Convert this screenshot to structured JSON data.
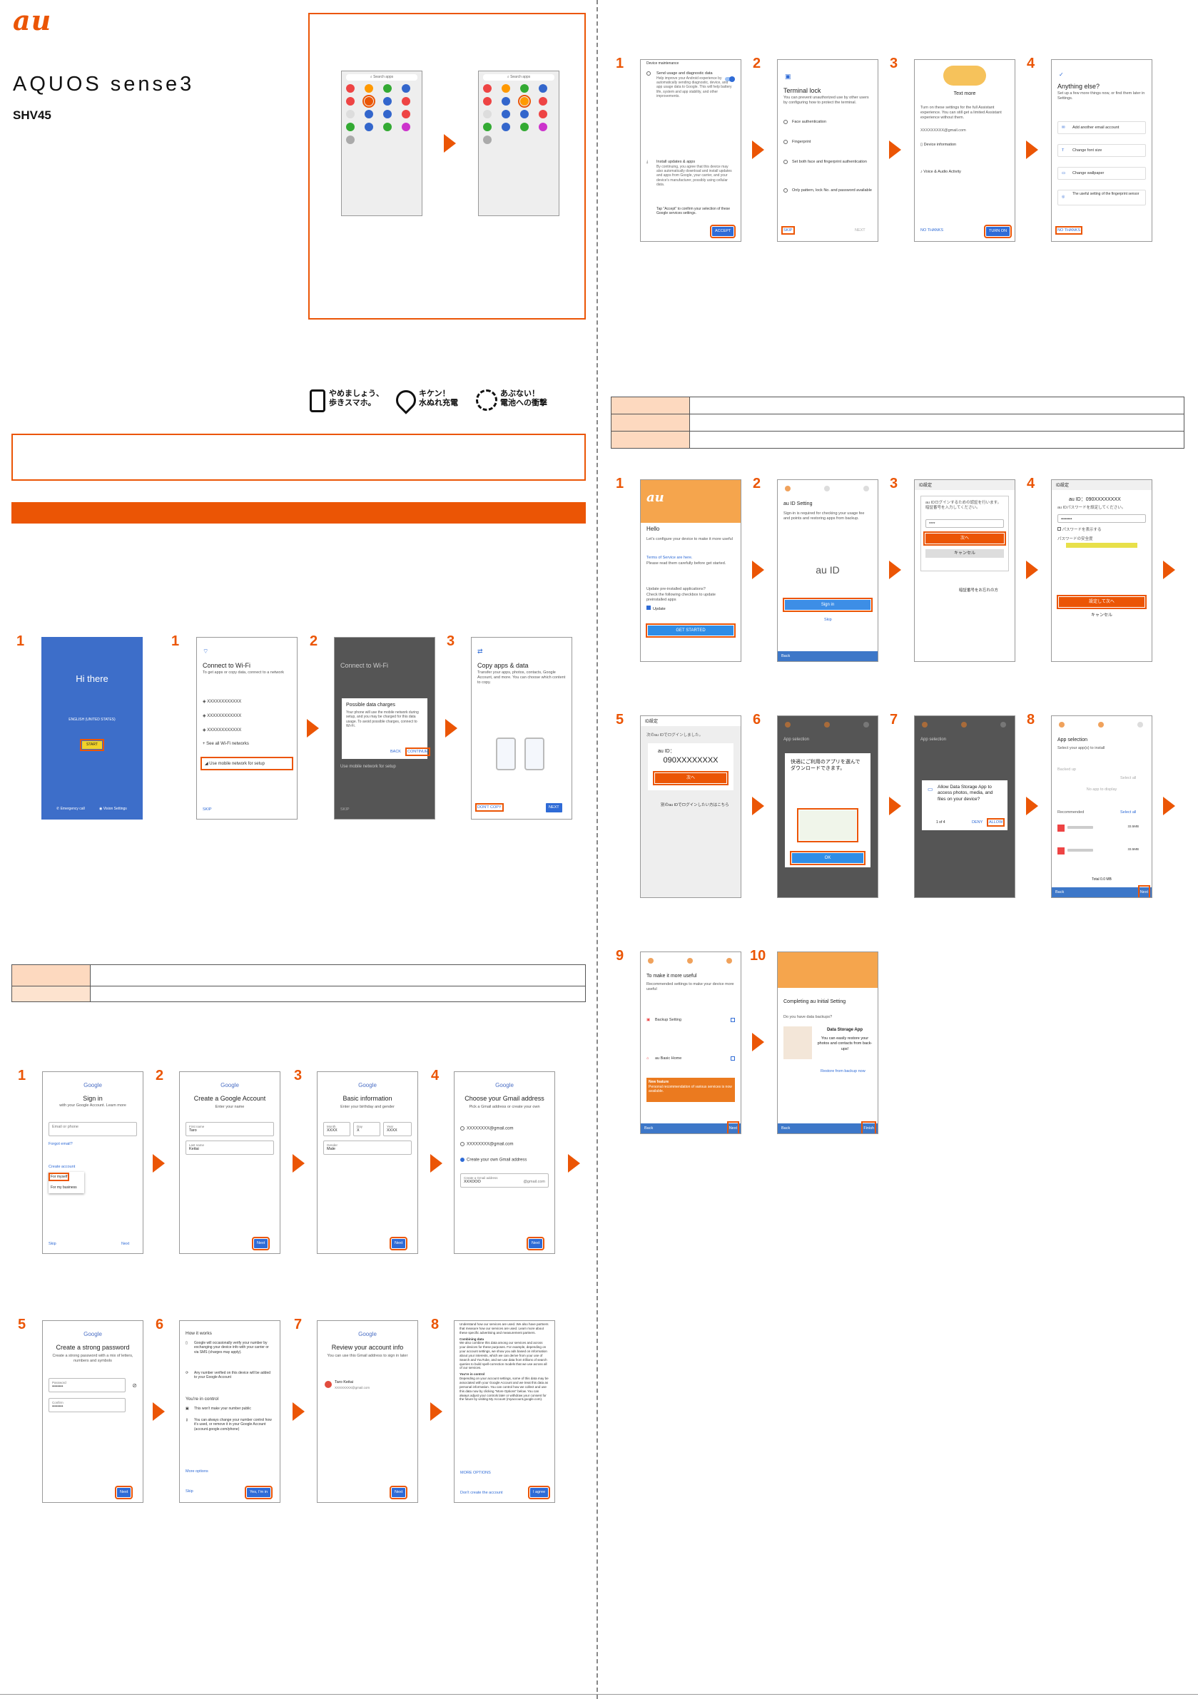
{
  "brand": {
    "logo": "au",
    "model": "AQUOS sense3",
    "code": "SHV45"
  },
  "safety": {
    "items": [
      "やめましょう、\n歩きスマホ。",
      "キケン！\n水ぬれ充電",
      "あぶない！\n電池への衝撃"
    ]
  },
  "app_drawer": {
    "search": "Search apps"
  },
  "top_setup": {
    "hi_there": "Hi there",
    "language": "ENGLISH (UNITED STATES)",
    "start": "START",
    "emergency": "Emergency call",
    "vision": "Vision Settings",
    "wifi_title": "Connect to Wi-Fi",
    "wifi_desc": "To get apps or copy data, connect to a network",
    "ssid": "XXXXXXXXXXXX",
    "see_all": "See all Wi-Fi networks",
    "mobile": "Use mobile network for setup",
    "skip": "SKIP",
    "charges_title": "Possible data charges",
    "charges_text": "Your phone will use the mobile network during setup, and you may be charged for this data usage. To avoid possible charges, connect to Wi-Fi.",
    "back": "BACK",
    "continue": "CONTINUE",
    "copy_title": "Copy apps & data",
    "copy_text": "Transfer your apps, photos, contacts, Google Account, and more. You can choose which content to copy.",
    "dont_copy": "DON'T COPY",
    "next": "NEXT"
  },
  "google": {
    "google": "Google",
    "signin": "Sign in",
    "signin_sub": "with your Google Account. Learn more",
    "email": "Email or phone",
    "forgot": "Forgot email?",
    "create": "Create account",
    "myself": "For myself",
    "business": "For my business",
    "skip": "Skip",
    "next": "Next",
    "create_title": "Create a Google Account",
    "enter_name": "Enter your name",
    "first": "First name",
    "first_val": "Taro",
    "last": "Last name",
    "last_val": "Keitai",
    "basic_title": "Basic information",
    "basic_sub": "Enter your birthday and gender",
    "month": "Month",
    "day": "Day",
    "year": "Year",
    "month_val": "XXXX",
    "day_val": "X",
    "year_val": "XXXX",
    "gender": "Gender",
    "gender_val": "Male",
    "gmail_title": "Choose your Gmail address",
    "gmail_sub": "Pick a Gmail address or create your own",
    "gmail1": "XXXXXXXX@gmail.com",
    "gmail2": "XXXXXXXX@gmail.com",
    "own": "Create your own Gmail address",
    "create_gmail": "Create a Gmail address",
    "xxxooo": "XXXOOO",
    "gmail_suffix": "@gmail.com",
    "pw_title": "Create a strong password",
    "pw_sub": "Create a strong password with a mix of letters, numbers and symbols",
    "password": "Password",
    "confirm": "Confirm",
    "dots": "••••••••",
    "how": "How it works",
    "how1": "Google will occasionally verify your number by exchanging your device info with your carrier or via SMS (charges may apply).",
    "how2": "Any number verified on this device will be added to your Google Account",
    "control": "You're in control",
    "ctrl1": "This won't make your number public",
    "ctrl2": "You can always change your number control how it's used, or remove it in your Google Account (account.google.com/phone)",
    "more": "More options",
    "yes": "Yes, I'm in",
    "review_title": "Review your account info",
    "review_sub": "You can use this Gmail address to sign in later",
    "review_name": "Taro Keitai",
    "review_mail": "XXXXXXXX@gmail.com",
    "terms1": "Understand how our services are used. We also have partners that measure how our services are used. Learn more about these specific advertising and measurement partners.",
    "combining": "Combining data",
    "terms2": "We also combine this data among our services and across your devices for these purposes. For example, depending on your account settings, we show you ads based on information about your interests, which we can derive from your use of Search and YouTube, and we use data from trillions of search queries to build spell-correction models that we use across all of our services.",
    "control2": "You're in control",
    "terms3": "Depending on your account settings, some of this data may be associated with your Google Account and we treat this data as personal information. You can control how we collect and use this data now by clicking \"More Options\" below. You can always adjust your controls later or withdraw your consent for the future by visiting My Account (myaccount.google.com).",
    "more_options": "MORE OPTIONS",
    "dont_create": "Don't create the account",
    "agree": "I agree"
  },
  "right_top": {
    "device_maint": "Device maintenance",
    "usage_title": "Send usage and diagnostic data",
    "usage_text": "Help improve your Android experience by automatically sending diagnostic, device, and app usage data to Google. This will help battery life, system and app stability, and other improvements.",
    "install_title": "Install updates & apps",
    "install_text": "By continuing, you agree that this device may also automatically download and install updates and apps from Google, your carrier, and your device's manufacturer, possibly using cellular data.",
    "tap_accept": "Tap \"Accept\" to confirm your selection of these Google services settings.",
    "accept": "ACCEPT",
    "terminal_title": "Terminal lock",
    "terminal_text": "You can prevent unauthorized use by other users by configuring how to protect the terminal.",
    "face": "Face authentication",
    "finger": "Fingerprint",
    "both": "Set both face and fingerprint authentication",
    "pattern": "Only pattern, lock No. and password available",
    "skip": "SKIP",
    "next": "NEXT",
    "assist_title": "Text more",
    "assist_text": "Turn on these settings for the full Assistant experience. You can still get a limited Assistant experience without them.",
    "assist_mail": "XXXXXXXXX@gmail.com",
    "device_info": "Device information",
    "voice": "Voice & Audio Activity",
    "no_thanks": "NO THANKS",
    "turn_on": "TURN ON",
    "anything": "Anything else?",
    "anything_sub": "Set up a few more things now, or find them later in Settings.",
    "add_email": "Add another email account",
    "font": "Change font size",
    "wallpaper": "Change wallpaper",
    "useful": "The useful setting of the fingerprint sensor",
    "no_thanks2": "NO THANKS"
  },
  "auid": {
    "hello": "Hello",
    "hello_text": "Let's configure your device to make it more useful",
    "terms": "Terms of Service are here.",
    "terms_text": "Please read them carefully before get started.",
    "update_q": "Update pre-installed applications?",
    "update_text": "Check the following checkbox to update preinstalled apps",
    "update": "Update",
    "get_started": "GET STARTED",
    "setting_title": "au ID Setting",
    "setting_text": "Sign-in is required for checking your usage fee and points and restoring apps from backup.",
    "au_id": "au ID",
    "sign_in": "Sign in",
    "skip": "Skip",
    "back": "Back",
    "id_settei": "ID設定",
    "jp_desc": "au IDログインするための認証を行います。暗証番号を入力してください。",
    "next_jp": "次へ",
    "cancel_jp": "キャンセル",
    "forgot_jp": "暗証番号をお忘れの方",
    "id_label": "au ID：",
    "id_val": "090XXXXXXXX",
    "pw_jp": "au IDパスワードを設定してください。",
    "show_pw": "パスワードを表示する",
    "pw_strength": "パスワードの安全度",
    "setdone": "設定して次へ",
    "login_done": "次のau IDでログインしました。",
    "other_id": "別のau IDでログインしたい方はこちら",
    "app_sel": "App selection",
    "app_sel_sub": "Select your app(s) to install",
    "dl_text": "快適にご利用のアプリを選んでダウンロードできます。",
    "ok": "OK",
    "allow_text": "Allow Data Storage App to access photos, media, and files on your device?",
    "deny": "DENY",
    "allow": "ALLOW",
    "page_count": "1 of 4",
    "backed_up": "Backed up",
    "select_all": "Select all",
    "no_app": "No app to display",
    "recommended": "Recommended",
    "app_size": "33.5MB",
    "total": "Total 0.0 MB",
    "next": "Next",
    "useful_title": "To make it more useful",
    "useful_text": "Recommended settings to make your device more useful",
    "backup_setting": "Backup Setting",
    "basic_home": "au Basic Home",
    "new_feature": "New feature",
    "new_text": "Personal recommendation of various services is now available.",
    "completing": "Completing au Initial Setting",
    "have_backup": "Do you have data backups?",
    "ds_app": "Data Storage App",
    "ds_text": "You can easily restore your photos and contacts from back-ups!",
    "restore": "Restore from backup now",
    "finish": "Finish"
  },
  "steps": [
    "1",
    "2",
    "3",
    "4",
    "5",
    "6",
    "7",
    "8",
    "9",
    "10"
  ]
}
